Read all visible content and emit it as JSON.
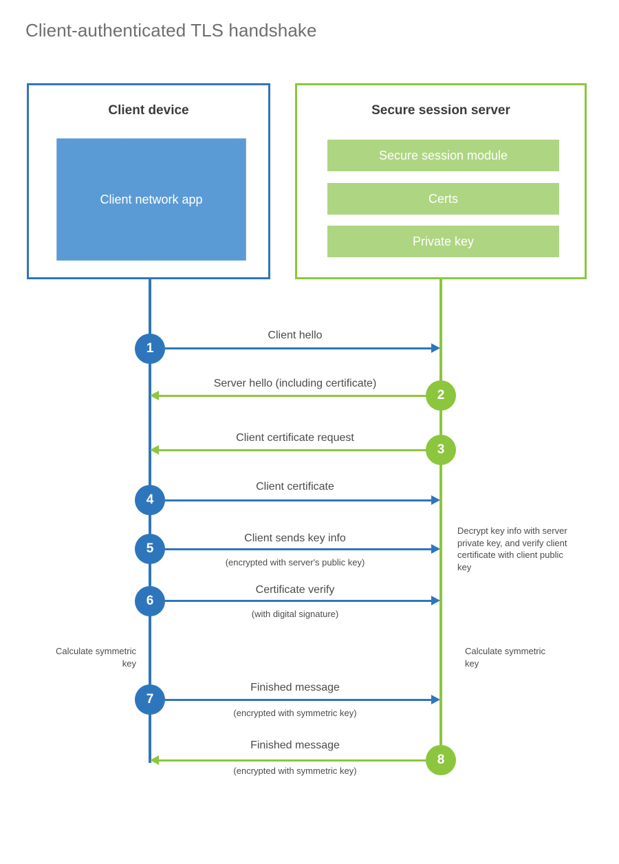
{
  "title": "Client-authenticated TLS handshake",
  "colors": {
    "client_blue": "#2e76bc",
    "client_app_fill": "#5b9bd5",
    "server_green": "#8cc63e",
    "chip_fill": "#aed581",
    "title_gray": "#6d6e71",
    "text_gray": "#4b4b4d"
  },
  "client": {
    "title": "Client device",
    "app_label": "Client network app"
  },
  "server": {
    "title": "Secure session server",
    "chips": [
      {
        "label": "Secure session module"
      },
      {
        "label": "Certs"
      },
      {
        "label": "Private key"
      }
    ]
  },
  "chart_data": {
    "type": "sequence-diagram",
    "participants": [
      "Client device",
      "Secure session server"
    ],
    "steps": [
      {
        "n": "1",
        "label": "Client hello",
        "sub": "",
        "from": "client",
        "to": "server",
        "color": "blue"
      },
      {
        "n": "2",
        "label": "Server hello (including certificate)",
        "sub": "",
        "from": "server",
        "to": "client",
        "color": "green"
      },
      {
        "n": "3",
        "label": "Client certificate request",
        "sub": "",
        "from": "server",
        "to": "client",
        "color": "green"
      },
      {
        "n": "4",
        "label": "Client certificate",
        "sub": "",
        "from": "client",
        "to": "server",
        "color": "blue"
      },
      {
        "n": "5",
        "label": "Client sends key info",
        "sub": "(encrypted with server's public key)",
        "from": "client",
        "to": "server",
        "color": "blue"
      },
      {
        "n": "6",
        "label": "Certificate verify",
        "sub": "(with digital signature)",
        "from": "client",
        "to": "server",
        "color": "blue"
      },
      {
        "n": "7",
        "label": "Finished message",
        "sub": "(encrypted with symmetric key)",
        "from": "client",
        "to": "server",
        "color": "blue"
      },
      {
        "n": "8",
        "label": "Finished message",
        "sub": "(encrypted with symmetric key)",
        "from": "server",
        "to": "client",
        "color": "green"
      }
    ]
  },
  "notes": {
    "server_decrypt": "Decrypt key info with server private key, and verify client certificate with client public key",
    "client_calc": "Calculate symmetric key",
    "server_calc": "Calculate symmetric key"
  }
}
